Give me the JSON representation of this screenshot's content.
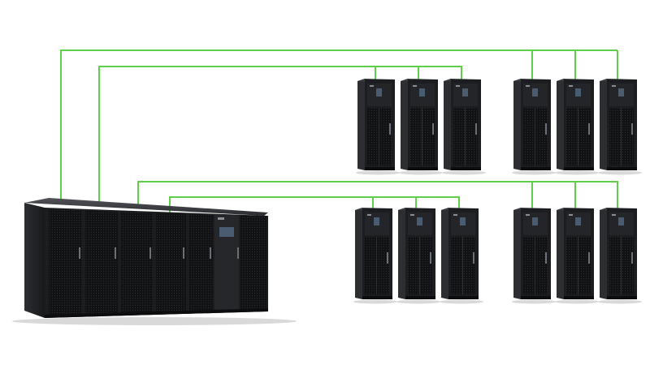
{
  "colors": {
    "background": "#ffffff",
    "wire": "#5fcf4a",
    "cabinet_body": "#1c1d20",
    "cabinet_side": "#2c2e32",
    "cabinet_edge": "#3a3c40",
    "mesh": "#111214",
    "mesh_dots": "#2a2b2e",
    "panel_screen": "#4a5d70",
    "handle": "#6d7075",
    "shadow": "#d9d9d9"
  },
  "diagram": {
    "main_unit": {
      "name": "main-ups-cabinet-lineup",
      "front_doors": 6
    },
    "groups": [
      {
        "id": "top-left",
        "racks": 3
      },
      {
        "id": "top-right",
        "racks": 3
      },
      {
        "id": "bottom-left",
        "racks": 3
      },
      {
        "id": "bottom-right",
        "racks": 3
      }
    ],
    "connections": [
      {
        "from": "main-unit",
        "to": "top-right"
      },
      {
        "from": "main-unit",
        "to": "top-left"
      },
      {
        "from": "main-unit",
        "to": "bottom-right"
      },
      {
        "from": "main-unit",
        "to": "bottom-left"
      }
    ]
  }
}
